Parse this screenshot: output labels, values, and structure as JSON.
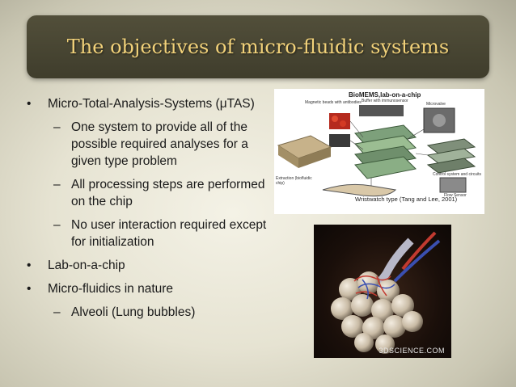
{
  "title": "The objectives of micro-fluidic systems",
  "bullets": [
    {
      "level": 1,
      "text": "Micro-Total-Analysis-Systems (μTAS)"
    },
    {
      "level": 2,
      "text": "One system to provide all of the possible required analyses for a given type problem"
    },
    {
      "level": 2,
      "text": "All processing steps are performed on the chip"
    },
    {
      "level": 2,
      "text": "No user interaction required except for initialization"
    },
    {
      "level": 1,
      "text": "Lab-on-a-chip"
    },
    {
      "level": 1,
      "text": "Micro-fluidics in nature"
    },
    {
      "level": 2,
      "text": "Alveoli (Lung bubbles)"
    }
  ],
  "figure1": {
    "title": "BioMEMS,lab-on-a-chip",
    "caption": "Wristwatch type (Tang and Lee, 2001)",
    "labels": {
      "magnetic": "Magnetic beads with antibodies",
      "buffer": "Buffer with immunosensor",
      "microvalve": "Microvalve",
      "control": "Control system and circuits",
      "flow": "Flow Sensor",
      "extraction": "Extraction (biofluidic chip)"
    }
  },
  "figure2": {
    "watermark": "3DSCIENCE.COM"
  },
  "colors": {
    "title_bar": "#45432f",
    "title_text": "#f2d27a",
    "body_text": "#1a1a1a"
  }
}
